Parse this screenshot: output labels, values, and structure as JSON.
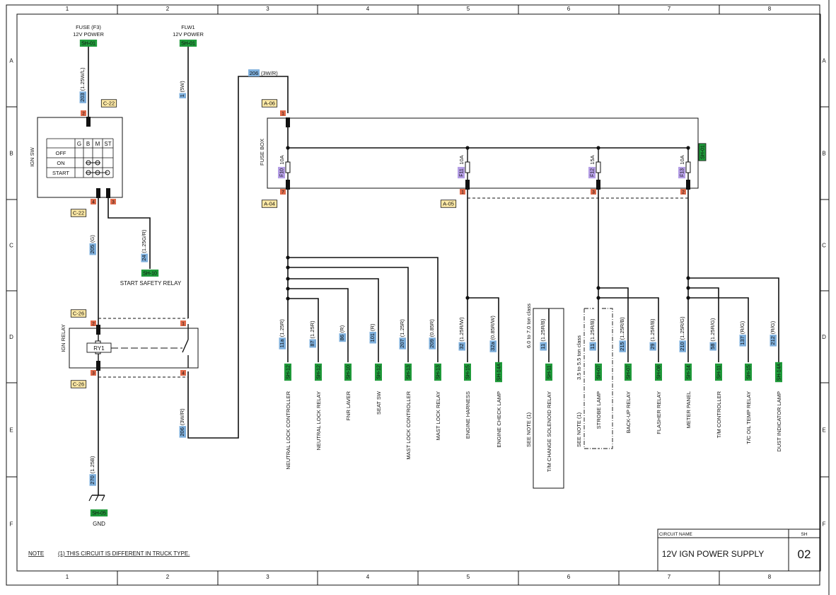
{
  "sheet": {
    "columns": [
      "1",
      "2",
      "3",
      "4",
      "5",
      "6",
      "7",
      "8"
    ],
    "rows": [
      "A",
      "B",
      "C",
      "D",
      "E",
      "F"
    ],
    "title_block": {
      "circuit_name_label": "CIRCUIT NAME",
      "sh_label": "SH",
      "circuit_name": "12V IGN POWER SUPPLY",
      "sheet_number": "02"
    },
    "note_label": "NOTE",
    "note_text": "(1) THIS CIRCUIT IS DIFFERENT IN TRUCK TYPE."
  },
  "sources": {
    "fuse_f3": {
      "line1": "FUSE (F3)",
      "line2": "12V POWER",
      "ref": "SH-01"
    },
    "flw1": {
      "line1": "FLW1",
      "line2": "12V POWER",
      "ref": "SH-01"
    }
  },
  "ign_sw": {
    "label": "IGN SW",
    "conn_top": "C-22",
    "conn_bottom": "C-22",
    "pin_top": "2",
    "pin_bl": "4",
    "pin_br": "3",
    "table_headers": [
      "G",
      "B",
      "M",
      "ST"
    ],
    "table_rows": [
      "OFF",
      "ON",
      "START"
    ]
  },
  "ign_relay": {
    "label": "IGN RELAY",
    "ry": "RY1",
    "conn_top": "C-26",
    "conn_bottom": "C-26",
    "pins": {
      "tl": "2",
      "tr": "1",
      "bl": "3",
      "br": "4"
    }
  },
  "start_safety": {
    "wire": "24",
    "spec": "(1.25G/R)",
    "ref": "SH-10",
    "label": "START SAFETY RELAY"
  },
  "gnd": {
    "wire": "270",
    "spec": "(1.25B)",
    "ref": "SH-05",
    "label": "GND"
  },
  "wires": {
    "w203": {
      "num": "203",
      "spec": "(1.25W/L)"
    },
    "w1": {
      "num": "1",
      "spec": "(5W)"
    },
    "w205": {
      "num": "205",
      "spec": "(G)"
    },
    "w206a": {
      "num": "206",
      "spec": "(3W/R)"
    },
    "w206b": {
      "num": "206",
      "spec": "(3W/R)"
    }
  },
  "fuse_box": {
    "label": "FUSE BOX",
    "conn_top": "A-06",
    "conn_bl": "A-04",
    "conn_br": "A-05",
    "ref": "SH-01",
    "pin_top": "1",
    "pin_f10": "7",
    "pin_f11": "1",
    "pin_f12": "3",
    "pin_f13": "2",
    "fuses": [
      {
        "name": "F10",
        "rating": "10A"
      },
      {
        "name": "F11",
        "rating": "10A"
      },
      {
        "name": "F12",
        "rating": "15A"
      },
      {
        "name": "F13",
        "rating": "10A"
      }
    ]
  },
  "loads": [
    {
      "num": "11a",
      "spec": "(1.25R)",
      "ref": "SH-12",
      "label": "NEUTRAL LOCK CONTROLLER"
    },
    {
      "num": "87",
      "spec": "(1.25R)",
      "ref": "SH-12",
      "label": "NEUTRAL LOCK RELAY"
    },
    {
      "num": "86",
      "spec": "(R)",
      "ref": "SH-10",
      "label": "FNR LAVER"
    },
    {
      "num": "101",
      "spec": "(R)",
      "ref": "SH-12",
      "label": "SEAT SW"
    },
    {
      "num": "207",
      "spec": "(1.25R)",
      "ref": "SH-13",
      "label": "MAST LOCK CONTROLLER"
    },
    {
      "num": "209",
      "spec": "(0.85R)",
      "ref": "SH-13",
      "label": "MAST LOCK RELAY"
    },
    {
      "num": "32",
      "spec": "(1.25R/W)",
      "ref": "SH-15",
      "label": "ENGINE HARNESS"
    },
    {
      "num": "32a",
      "spec": "(0.85R/W)",
      "ref": "SH-14A",
      "label": "ENGINE CHECK LAMP"
    },
    {
      "num": "11",
      "spec": "(1.25R/B)",
      "ref": "SH-11",
      "label": "T/M CHANGE SOLENOID RELAY"
    },
    {
      "num": "11",
      "spec": "(1.25R/B)",
      "ref": "SH-07",
      "label": "STROBE LAMP"
    },
    {
      "num": "215",
      "spec": "(1.25R/B)",
      "ref": "SH-07",
      "label": "BACK-UP RELAY"
    },
    {
      "num": "29",
      "spec": "(1.25R/B)",
      "ref": "SH-08",
      "label": "FLASHER RELAY"
    },
    {
      "num": "210",
      "spec": "(1.25R/G)",
      "ref": "SH-14",
      "label": "METER PANEL"
    },
    {
      "num": "58",
      "spec": "(1.25R/G)",
      "ref": "SH-11",
      "label": "T/M CONTROLLER"
    },
    {
      "num": "137",
      "spec": "(R/G)",
      "ref": "SH-15",
      "label": "T/C OIL TEMP RELAY"
    },
    {
      "num": "212",
      "spec": "(R/G)",
      "ref": "SH-14A",
      "label": "DUST INDICATOR LAMP"
    }
  ],
  "notes": {
    "tm_variant": "6.0 to 7.0 ton class",
    "strobe_variant": "3.5 to 5.5 ton class",
    "see_note_tm": "SEE NOTE (1)",
    "see_note_strobe": "SEE NOTE (1)"
  },
  "colors": {
    "ref_green": "#1f9a3a",
    "wire_blue": "#7fb0dd",
    "conn_yellow": "#fde9a6",
    "fuse_purple": "#b59ee6",
    "pin_red": "#e06a4a"
  }
}
